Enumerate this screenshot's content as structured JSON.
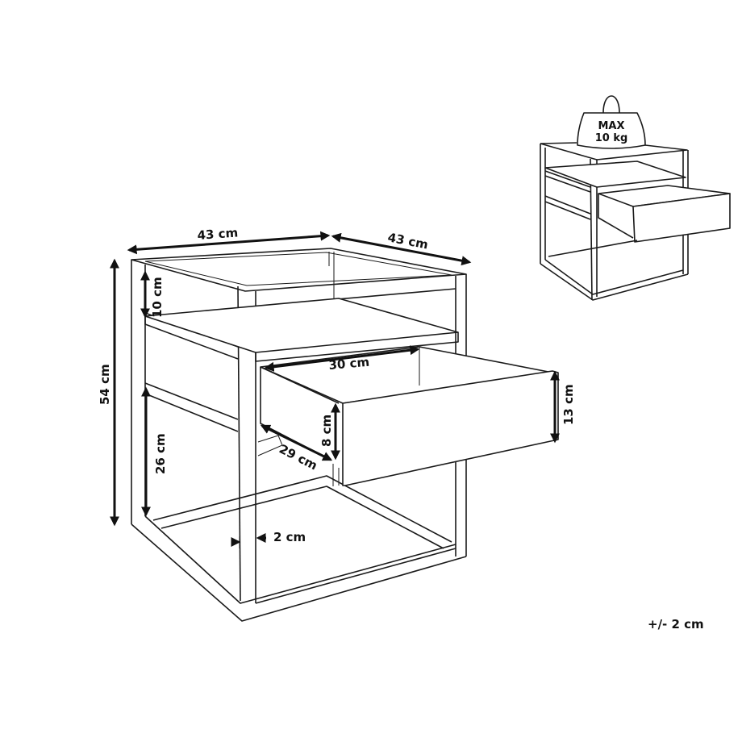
{
  "diagram": {
    "subject": "bedside table with open drawer and shelf",
    "main_view": {
      "dimensions": {
        "width": "43 cm",
        "depth": "43 cm",
        "height": "54 cm",
        "top_gap": "10 cm",
        "lower_gap": "26 cm",
        "drawer_inner_width": "30 cm",
        "drawer_inner_depth": "29 cm",
        "drawer_inner_height": "8 cm",
        "drawer_front_height": "13 cm",
        "frame_thickness": "2 cm"
      }
    },
    "inset_view": {
      "weight_label_line1": "MAX",
      "weight_label_line2": "10 kg"
    },
    "tolerance": "+/- 2 cm"
  }
}
